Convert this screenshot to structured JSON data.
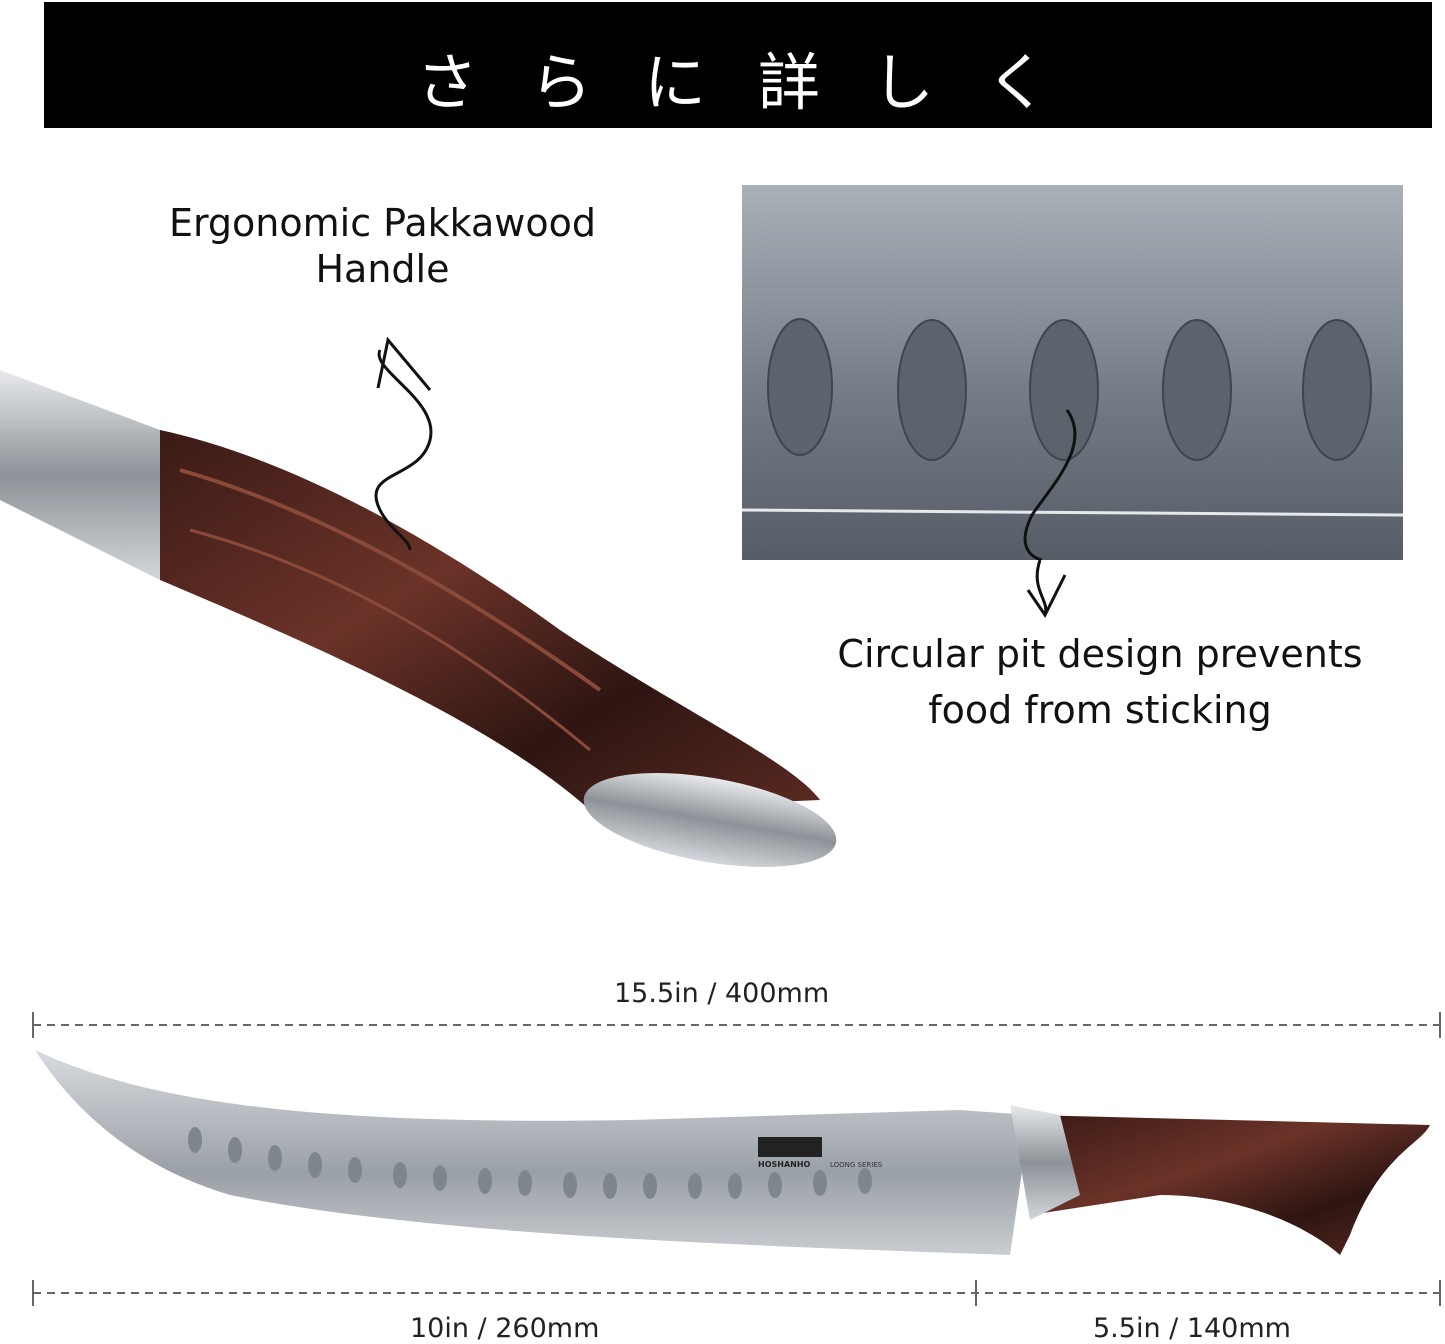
{
  "banner": {
    "title": "さらに詳しく"
  },
  "handle_callout": {
    "line1": "Ergonomic Pakkawood",
    "line2": "Handle"
  },
  "pit_callout": {
    "line1": "Circular pit design prevents",
    "line2": "food from sticking"
  },
  "dimensions": {
    "total": "15.5in / 400mm",
    "blade": "10in / 260mm",
    "handle": "5.5in / 140mm"
  },
  "logo": {
    "brand": "HOSHANHO",
    "series": "LOONG SERIES"
  },
  "colors": {
    "banner": "#000000",
    "wood": "#5a2a22",
    "steel": "#b8bcc2",
    "pit_surface": "#7d8590"
  }
}
